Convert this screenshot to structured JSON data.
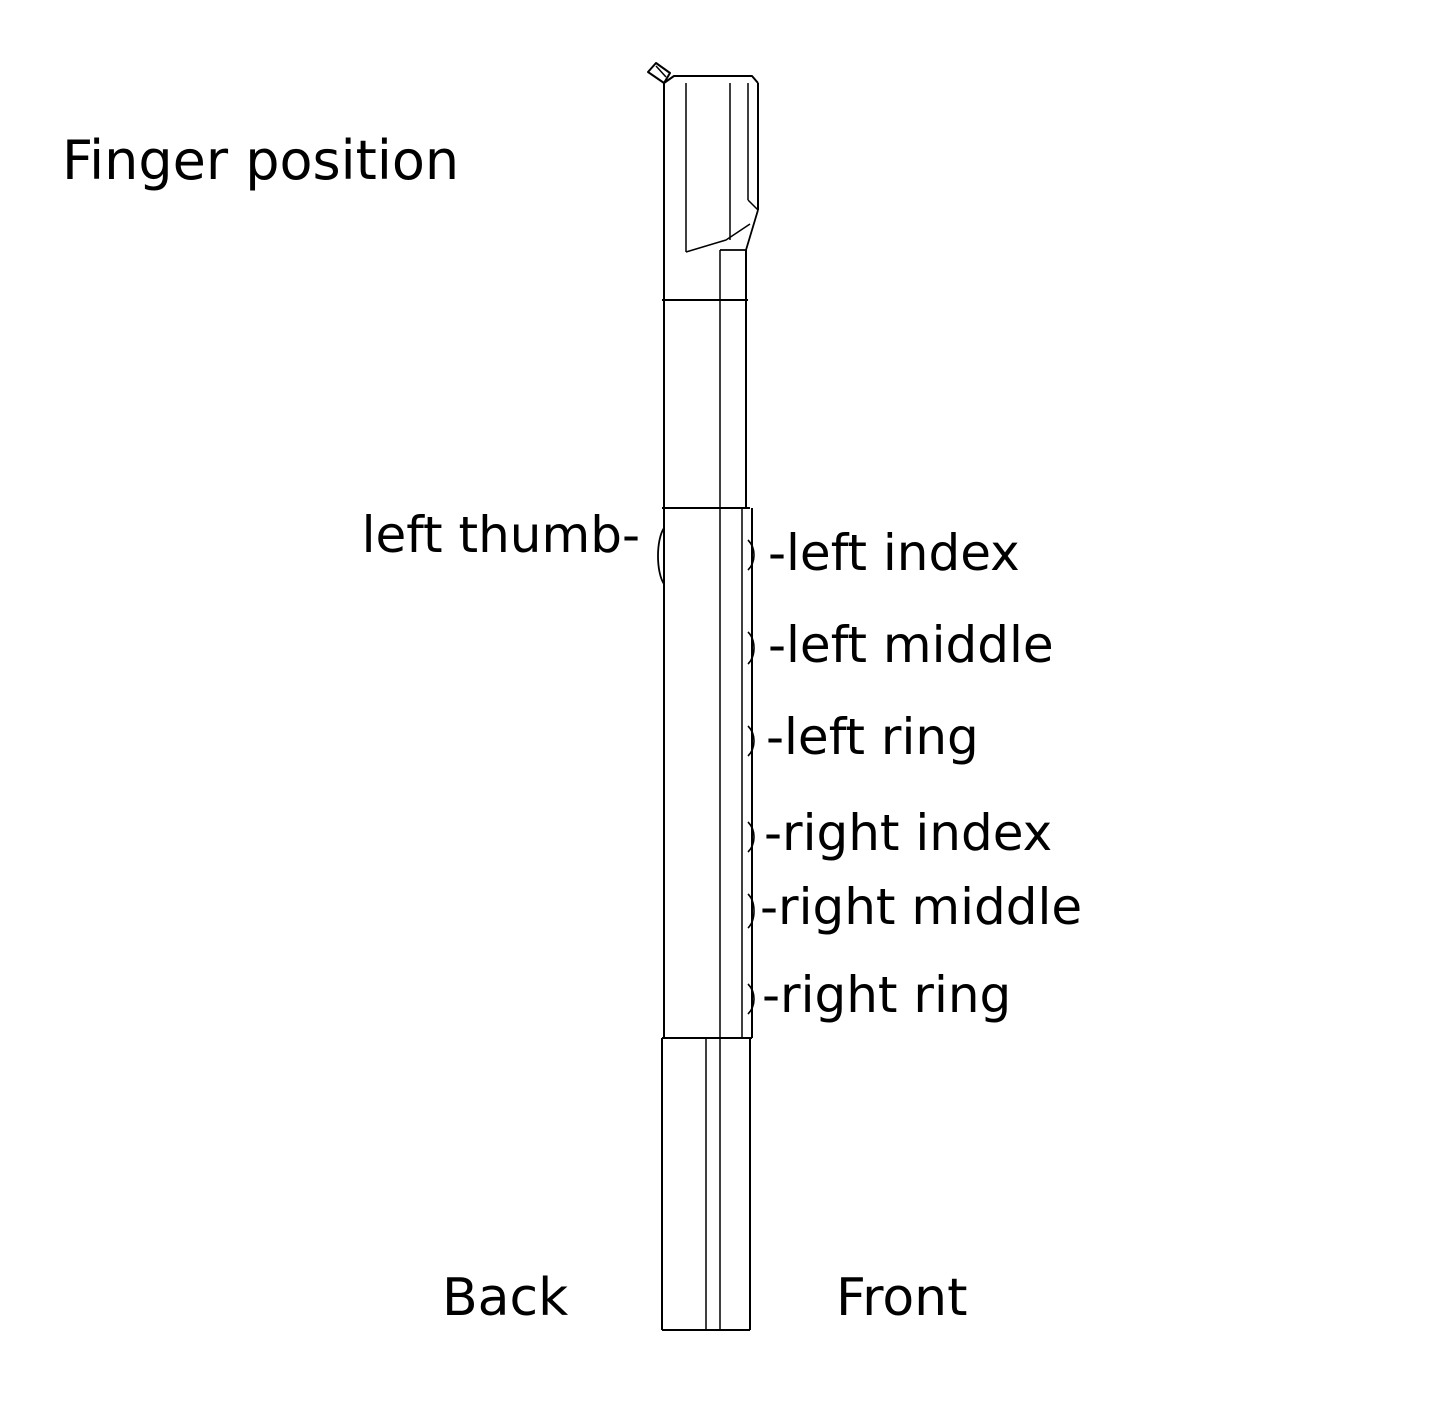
{
  "title": "Finger position",
  "labels": {
    "left_thumb": "left thumb-",
    "left_index": "-left index",
    "left_middle": "-left middle",
    "left_ring": "-left ring",
    "right_index": "-right index",
    "right_middle": "-right middle",
    "right_ring": "-right ring"
  },
  "sides": {
    "back": "Back",
    "front": "Front"
  },
  "colors": {
    "line": "#000000",
    "background": "#ffffff"
  }
}
